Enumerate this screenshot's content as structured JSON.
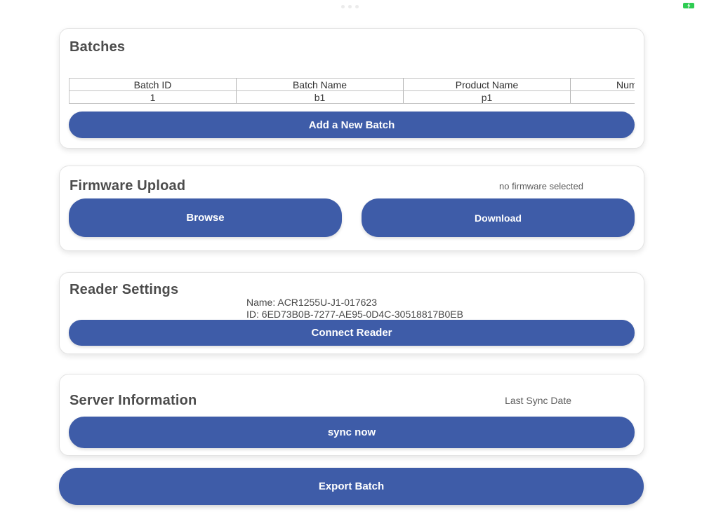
{
  "status_bar": {
    "handle_icon": "ellipsis-handle",
    "battery_icon": "battery-charging",
    "battery_color": "#2ecc52"
  },
  "colors": {
    "primary_button": "#3e5ca8",
    "card_border": "#e3e3e3",
    "title_text": "#4c4c4c",
    "muted_text": "#5d5d5d"
  },
  "batches": {
    "title": "Batches",
    "table": {
      "headers": [
        "Batch ID",
        "Batch Name",
        "Product Name",
        "Num"
      ],
      "rows": [
        [
          "1",
          "b1",
          "p1",
          ""
        ]
      ]
    },
    "add_button_label": "Add a New Batch"
  },
  "firmware": {
    "title": "Firmware Upload",
    "status": "no firmware selected",
    "browse_label": "Browse",
    "download_label": "Download"
  },
  "reader": {
    "title": "Reader Settings",
    "name_line": "Name: ACR1255U-J1-017623",
    "id_line": "ID: 6ED73B0B-7277-AE95-0D4C-30518817B0EB",
    "connect_label": "Connect Reader"
  },
  "server": {
    "title": "Server Information",
    "last_sync_label": "Last Sync Date",
    "sync_label": "sync now"
  },
  "export": {
    "label": "Export Batch"
  }
}
